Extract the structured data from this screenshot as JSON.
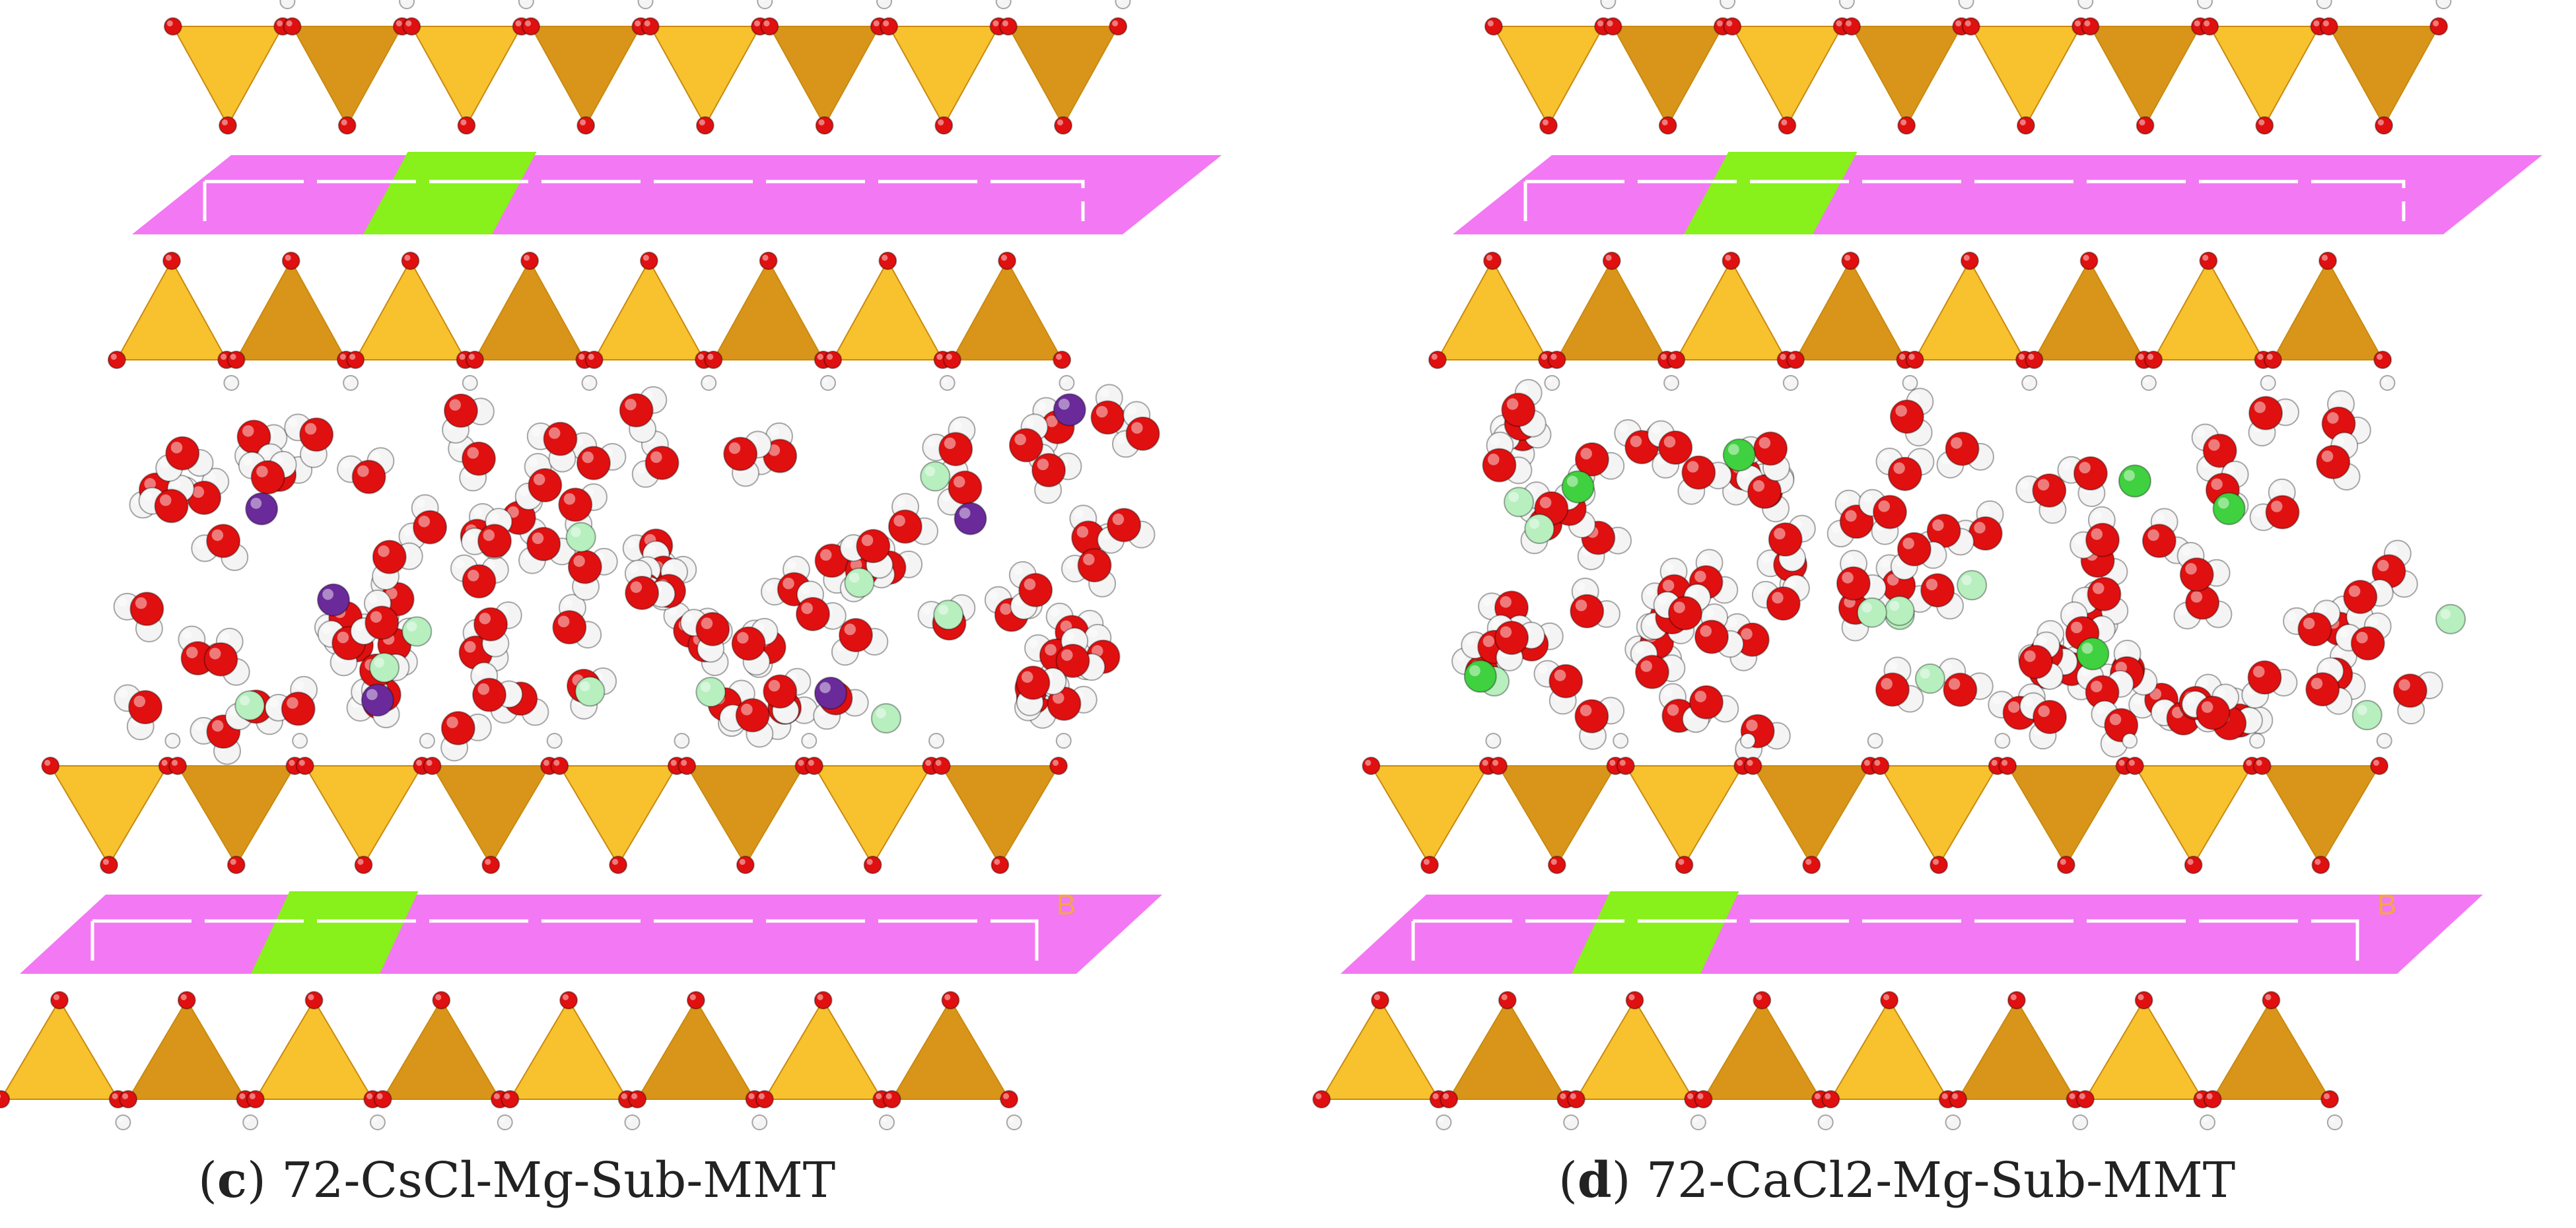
{
  "panels": [
    {
      "id": "c",
      "caption_letter": "c",
      "caption_text": "72-CsCl-Mg-Sub-MMT",
      "cell_label": "B",
      "cation_color": "#6a2a9a",
      "anion_color": "#b7efbf"
    },
    {
      "id": "d",
      "caption_letter": "d",
      "caption_text": "72-CaCl2-Mg-Sub-MMT",
      "cell_label": "B",
      "cation_color": "#3fd13f",
      "anion_color": "#b7efbf"
    }
  ],
  "colors": {
    "octahedral_sheet": "#f26cf2",
    "mg_substitution": "#88f01a",
    "tetrahedra": "#f7c22e",
    "tetrahedra_dark": "#d9951a",
    "oxygen": "#e01010",
    "hydrogen": "#f4f4f4",
    "cell_edge": "#ffffff",
    "cell_label": "#f2a64a"
  }
}
